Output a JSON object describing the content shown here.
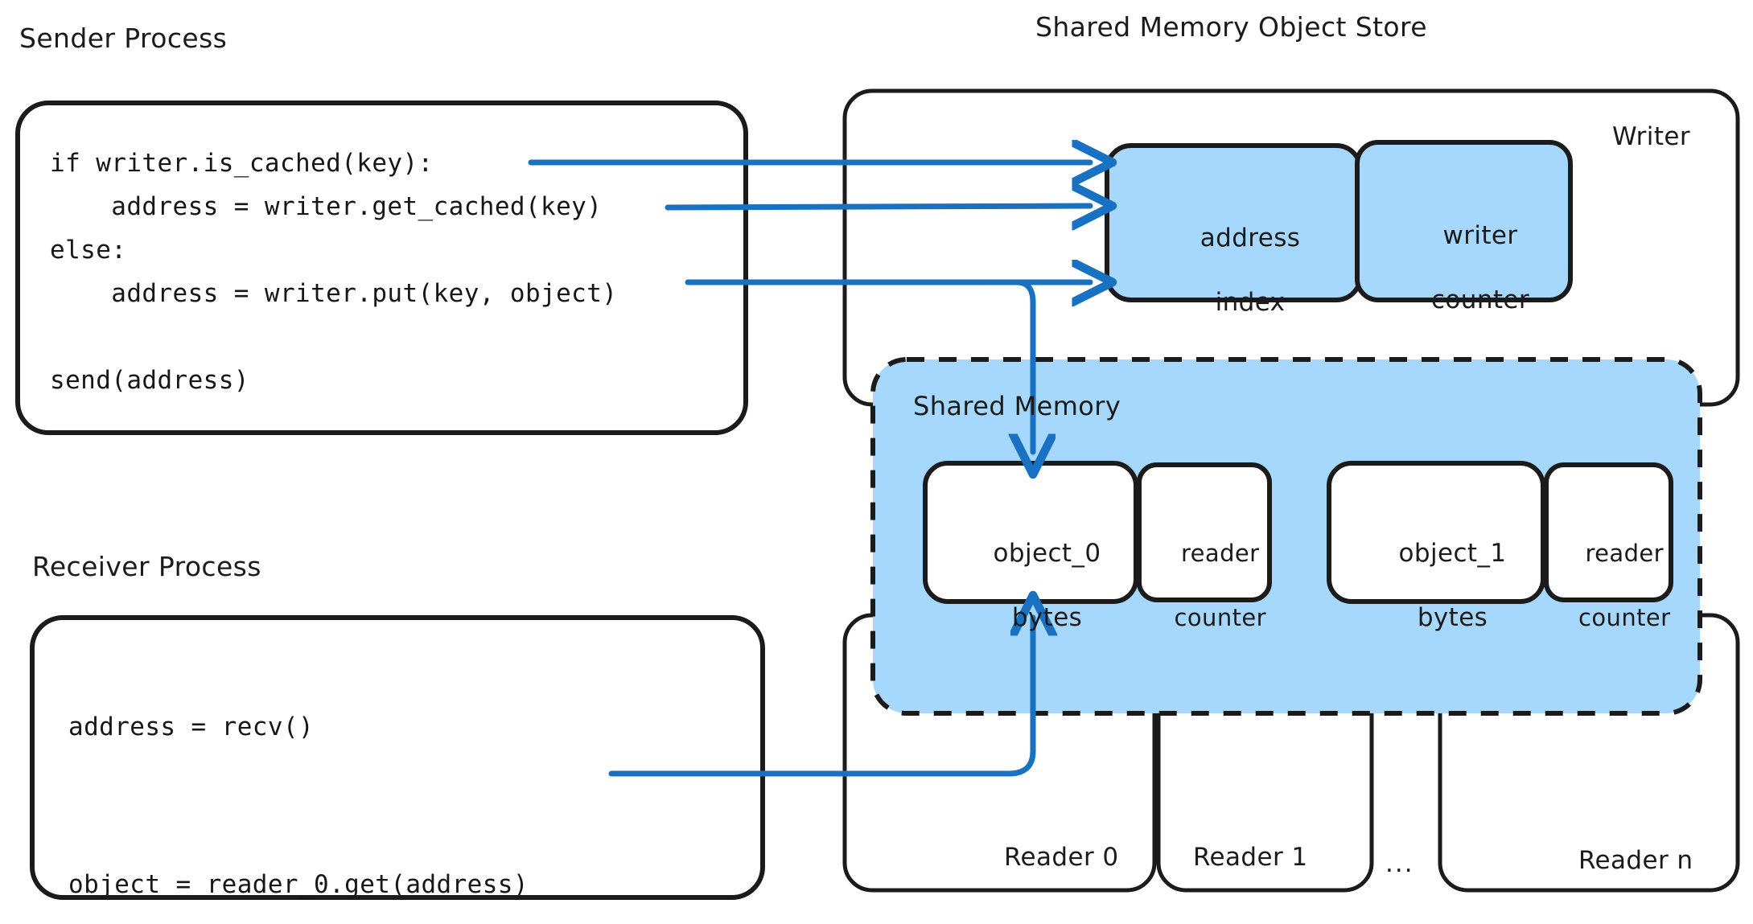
{
  "diagram": {
    "title_left_top": "Sender Process",
    "title_left_bottom": "Receiver Process",
    "title_right": "Shared Memory Object Store"
  },
  "sender": {
    "label": "Sender Process",
    "code_lines": [
      "if writer.is_cached(key):",
      "    address = writer.get_cached(key)",
      "else:",
      "    address = writer.put(key, object)",
      "",
      "send(address)"
    ],
    "code_block": "if writer.is_cached(key):\n    address = writer.get_cached(key)\nelse:\n    address = writer.put(key, object)\n\nsend(address)"
  },
  "receiver": {
    "label": "Receiver Process",
    "code_lines": [
      "address = recv()",
      "",
      "object = reader_0.get(address)"
    ],
    "code_block": "address = recv()\n\nobject = reader_0.get(address)"
  },
  "store": {
    "label": "Shared Memory Object Store",
    "writer_label": "Writer",
    "writer_slots": [
      {
        "name": "address-index",
        "line1": "address",
        "line2": "index"
      },
      {
        "name": "writer-counter",
        "line1": "writer",
        "line2": "counter"
      }
    ],
    "shared_memory": {
      "label": "Shared Memory",
      "entries": [
        {
          "object": {
            "line1": "object_0",
            "line2": "bytes"
          },
          "counter": {
            "line1": "reader",
            "line2": "counter"
          }
        },
        {
          "object": {
            "line1": "object_1",
            "line2": "bytes"
          },
          "counter": {
            "line1": "reader",
            "line2": "counter"
          }
        }
      ]
    },
    "readers": [
      {
        "label": "Reader 0"
      },
      {
        "label": "Reader 1"
      },
      {
        "label": "Reader n"
      }
    ],
    "readers_ellipsis": "..."
  },
  "colors": {
    "stroke": "#1b1b1b",
    "arrow": "#1971c2",
    "fill_blue": "#a5d8fc",
    "background": "#ffffff",
    "box_fill": "#ffffff"
  }
}
